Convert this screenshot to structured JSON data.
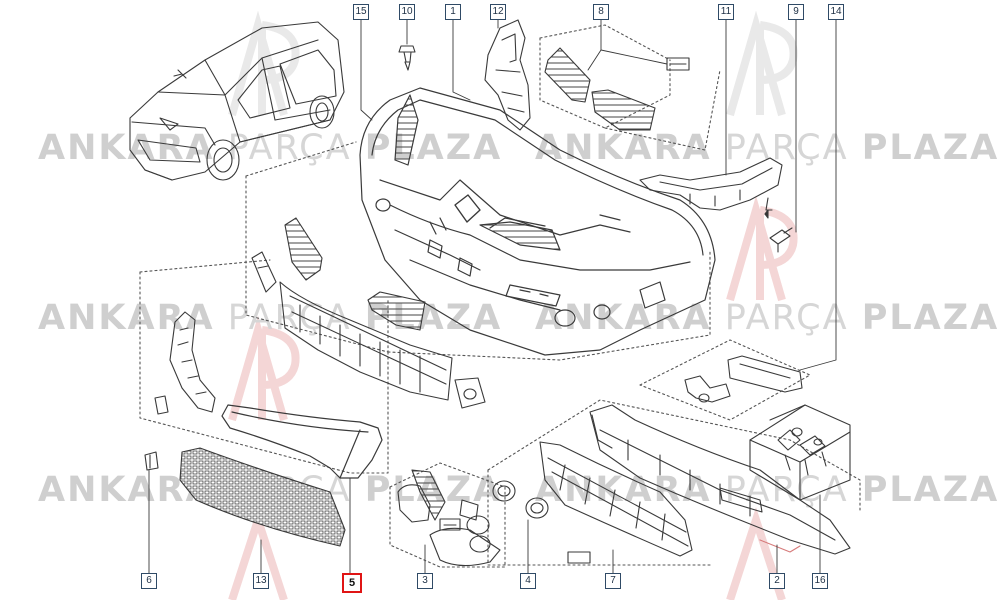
{
  "watermark": {
    "word1": "ANKARA",
    "word2": "PARÇA",
    "word3": "PLAZA"
  },
  "callouts": [
    {
      "id": "c15",
      "label": "15"
    },
    {
      "id": "c10",
      "label": "10"
    },
    {
      "id": "c1",
      "label": "1"
    },
    {
      "id": "c12",
      "label": "12"
    },
    {
      "id": "c8",
      "label": "8"
    },
    {
      "id": "c11",
      "label": "11"
    },
    {
      "id": "c9",
      "label": "9"
    },
    {
      "id": "c14",
      "label": "14"
    },
    {
      "id": "c6",
      "label": "6"
    },
    {
      "id": "c13",
      "label": "13"
    },
    {
      "id": "c5",
      "label": "5",
      "highlighted": true
    },
    {
      "id": "c3",
      "label": "3"
    },
    {
      "id": "c4",
      "label": "4"
    },
    {
      "id": "c7",
      "label": "7"
    },
    {
      "id": "c2",
      "label": "2"
    },
    {
      "id": "c16",
      "label": "16"
    }
  ],
  "colors": {
    "line": "#3a3a3a",
    "callout_border": "#2f4a66",
    "highlight": "#e01515",
    "watermark": "#cfcfcf",
    "logo_red": "#f3c9c9"
  }
}
